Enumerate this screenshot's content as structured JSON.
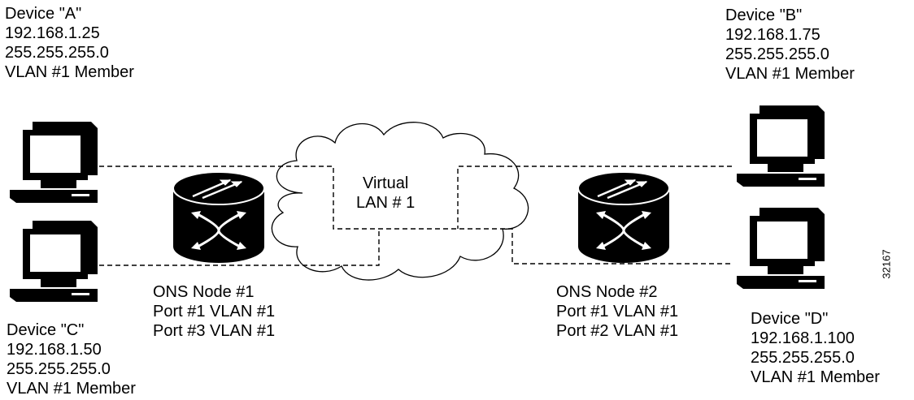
{
  "devices": {
    "a": {
      "name": "Device \"A\"",
      "ip": "192.168.1.25",
      "mask": "255.255.255.0",
      "vlan": "VLAN #1 Member"
    },
    "b": {
      "name": "Device \"B\"",
      "ip": "192.168.1.75",
      "mask": "255.255.255.0",
      "vlan": "VLAN #1 Member"
    },
    "c": {
      "name": "Device \"C\"",
      "ip": "192.168.1.50",
      "mask": "255.255.255.0",
      "vlan": "VLAN #1 Member"
    },
    "d": {
      "name": "Device \"D\"",
      "ip": "192.168.1.100",
      "mask": "255.255.255.0",
      "vlan": "VLAN #1 Member"
    }
  },
  "nodes": {
    "n1": {
      "name": "ONS Node #1",
      "port_a": "Port #1 VLAN #1",
      "port_b": "Port #3 VLAN #1"
    },
    "n2": {
      "name": "ONS Node #2",
      "port_a": "Port #1 VLAN #1",
      "port_b": "Port #2 VLAN #1"
    }
  },
  "cloud": {
    "line1": "Virtual",
    "line2": "LAN # 1"
  },
  "figure_id": "32167"
}
